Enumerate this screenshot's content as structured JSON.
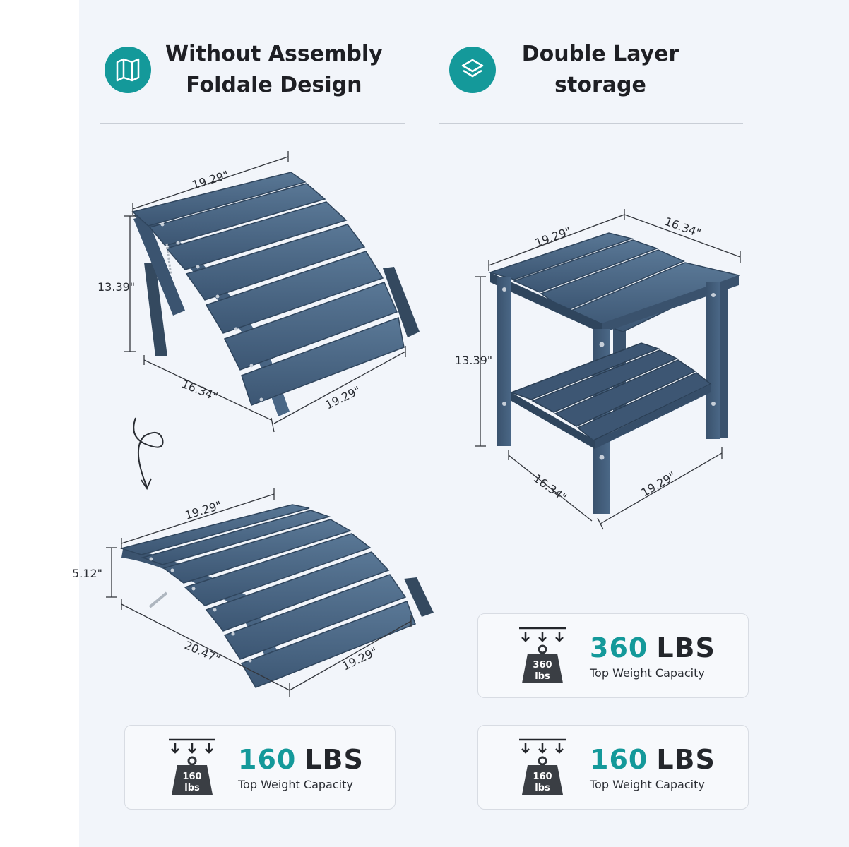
{
  "features": [
    {
      "line1": "Without Assembly",
      "line2": "Foldale Design",
      "icon": "folded-map-icon"
    },
    {
      "line1": "Double Layer",
      "line2": "storage",
      "icon": "layers-icon"
    }
  ],
  "colors": {
    "accent": "#14999a",
    "furniture": "#3f5a78",
    "background": "#f2f5fa"
  },
  "ottoman_unfolded": {
    "width": "19.29\"",
    "height": "13.39\"",
    "side": "16.34\"",
    "length": "19.29\""
  },
  "ottoman_folded": {
    "width": "19.29\"",
    "height": "5.12\"",
    "side": "20.47\"",
    "length": "19.29\""
  },
  "side_table": {
    "width": "19.29\"",
    "depth": "16.34\"",
    "height": "13.39\"",
    "bottom_side": "16.34\"",
    "bottom_length": "19.29\""
  },
  "badges": {
    "table": {
      "icon_text1": "360",
      "icon_text2": "lbs",
      "value": "360",
      "unit": "LBS",
      "caption": "Top Weight Capacity"
    },
    "ottoman": {
      "icon_text1": "160",
      "icon_text2": "lbs",
      "value": "160",
      "unit": "LBS",
      "caption": "Top Weight Capacity"
    },
    "second": {
      "icon_text1": "160",
      "icon_text2": "lbs",
      "value": "160",
      "unit": "LBS",
      "caption": "Top Weight Capacity"
    }
  }
}
